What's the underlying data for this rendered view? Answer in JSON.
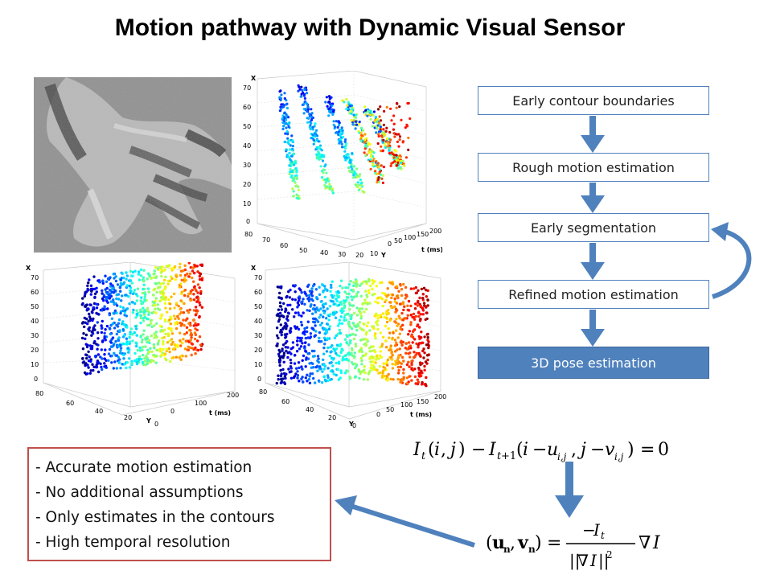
{
  "title": "Motion pathway with Dynamic Visual Sensor",
  "flow": {
    "steps": [
      "Early contour boundaries",
      "Rough motion estimation",
      "Early segmentation",
      "Refined motion estimation",
      "3D pose estimation"
    ]
  },
  "properties": [
    "- Accurate motion estimation",
    "- No additional assumptions",
    "- Only estimates in the contours",
    "- High temporal resolution"
  ],
  "plots": {
    "top_right": {
      "axis_x": "X",
      "axis_y": "Y",
      "axis_t": "t (ms)",
      "x_ticks": [
        "70",
        "60",
        "50",
        "40",
        "30",
        "20",
        "10",
        "0"
      ],
      "y_ticks": [
        "80",
        "70",
        "60",
        "50",
        "40",
        "30",
        "20",
        "10"
      ],
      "t_ticks": [
        "200",
        "150",
        "100",
        "50",
        "0"
      ]
    },
    "bottom_left": {
      "axis_x": "X",
      "axis_y": "Y",
      "axis_t": "t (ms)",
      "x_ticks": [
        "70",
        "60",
        "50",
        "40",
        "30",
        "20",
        "10",
        "0"
      ],
      "y_ticks": [
        "80",
        "60",
        "40",
        "20",
        "0"
      ],
      "t_ticks": [
        "200",
        "100",
        "0"
      ]
    },
    "bottom_right": {
      "axis_x": "X",
      "axis_y": "Y",
      "axis_t": "t (ms)",
      "x_ticks": [
        "70",
        "60",
        "50",
        "40",
        "30",
        "20",
        "10",
        "0"
      ],
      "y_ticks": [
        "80",
        "60",
        "40",
        "20",
        "0"
      ],
      "t_ticks": [
        "200",
        "150",
        "100",
        "50",
        "0"
      ]
    }
  },
  "equations": {
    "brightness_constancy": "I_t(i, j) − I_t+1(i − u_i,j , j − v_i,j) = 0",
    "normal_flow": "(u_n, v_n) = −I_t / ||∇I||² ∇I"
  },
  "colors": {
    "flow_border": "#4f81bd",
    "final_fill": "#4f81bd",
    "arrow": "#4f81bd",
    "points_border": "#c0504d"
  }
}
